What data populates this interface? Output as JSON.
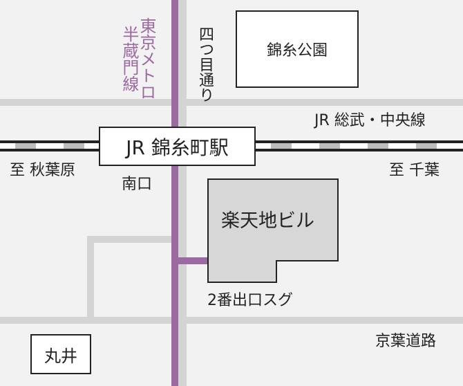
{
  "labels": {
    "metro_line": "東京メトロ半蔵門線",
    "street_yotsume": "四つ目通り",
    "park": "錦糸公園",
    "jr_line": "JR 総武・中央線",
    "station": "JR 錦糸町駅",
    "to_akihabara": "至 秋葉原",
    "to_chiba": "至 千葉",
    "south_exit": "南口",
    "rakutenchi": "楽天地ビル",
    "exit_2": "2番出口スグ",
    "keiyo_road": "京葉道路",
    "marui": "丸井"
  },
  "colors": {
    "metro": "#9b6aa1",
    "road": "#d4d4d4",
    "block": "#f2f2f2",
    "building_fill": "#d7d7d7",
    "rail": "#222222"
  }
}
